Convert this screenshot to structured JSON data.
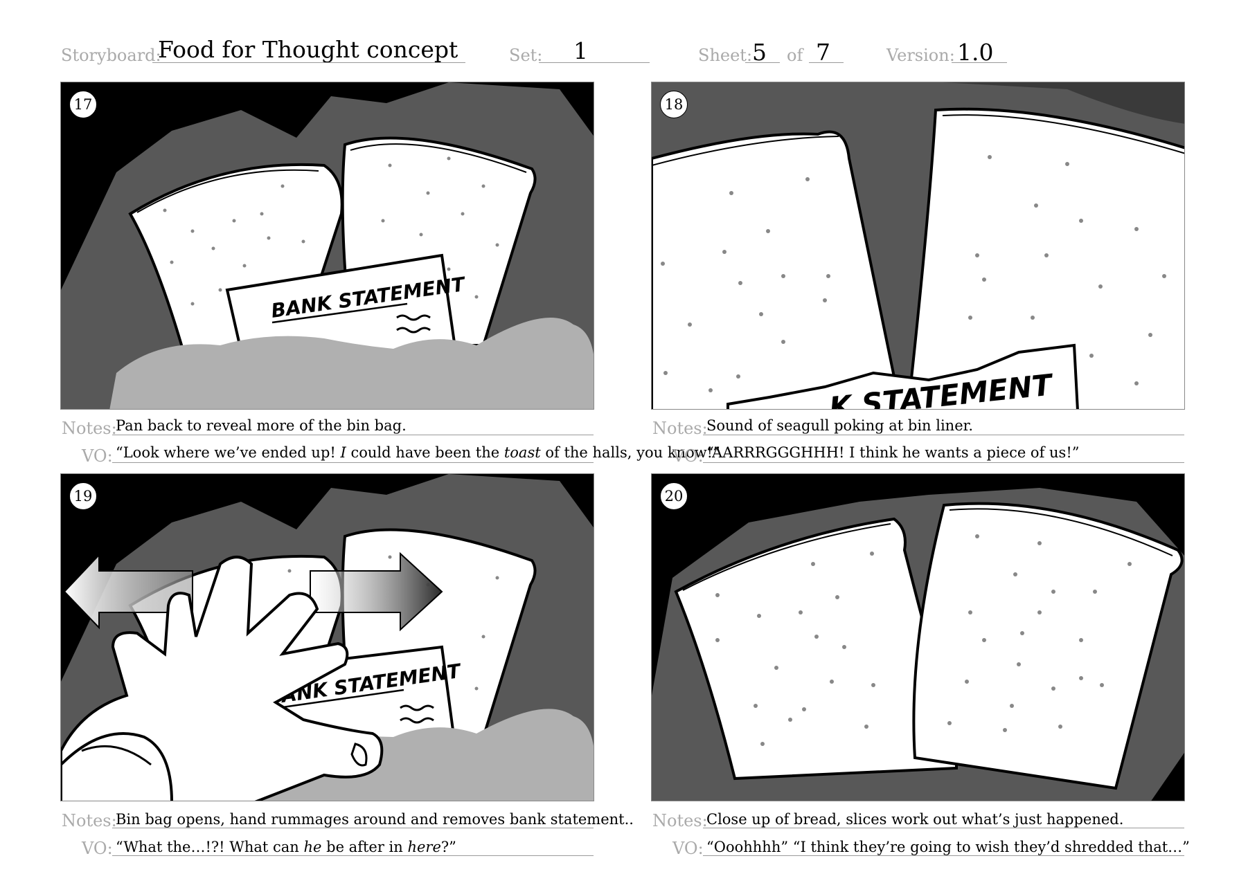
{
  "header": {
    "storyboard_label": "Storyboard:",
    "storyboard_value": "Food for Thought concept",
    "set_label": "Set:",
    "set_value": "1",
    "sheet_label": "Sheet:",
    "sheet_value": "5",
    "of_label": "of",
    "of_value": "7",
    "version_label": "Version:",
    "version_value": "1.0"
  },
  "labels": {
    "notes": "Notes:",
    "vo": "VO:"
  },
  "panels": [
    {
      "number": "17",
      "notes": "Pan back to reveal more of the bin bag.",
      "vo": [
        "“Look where we’ve ended up! ",
        "I",
        " could have been the ",
        "toast",
        " of the halls, you know!”"
      ],
      "caption": "BANK STATEMENT"
    },
    {
      "number": "18",
      "notes": "Sound of seagull poking at bin liner.",
      "vo": [
        "“AARRRGGGHHH! I think he wants a piece of us!”"
      ],
      "caption": "K STATEMENT"
    },
    {
      "number": "19",
      "notes": "Bin bag opens, hand rummages around and removes bank statement..",
      "vo": [
        "“What the…!?! What can ",
        "he",
        " be after in ",
        "here",
        "?”"
      ],
      "caption": "ANK STATEMENT"
    },
    {
      "number": "20",
      "notes": "Close up of bread, slices work out what’s just happened.",
      "vo": [
        "“Ooohhhh” “I think they’re going to wish they’d shredded that…”"
      ]
    }
  ]
}
